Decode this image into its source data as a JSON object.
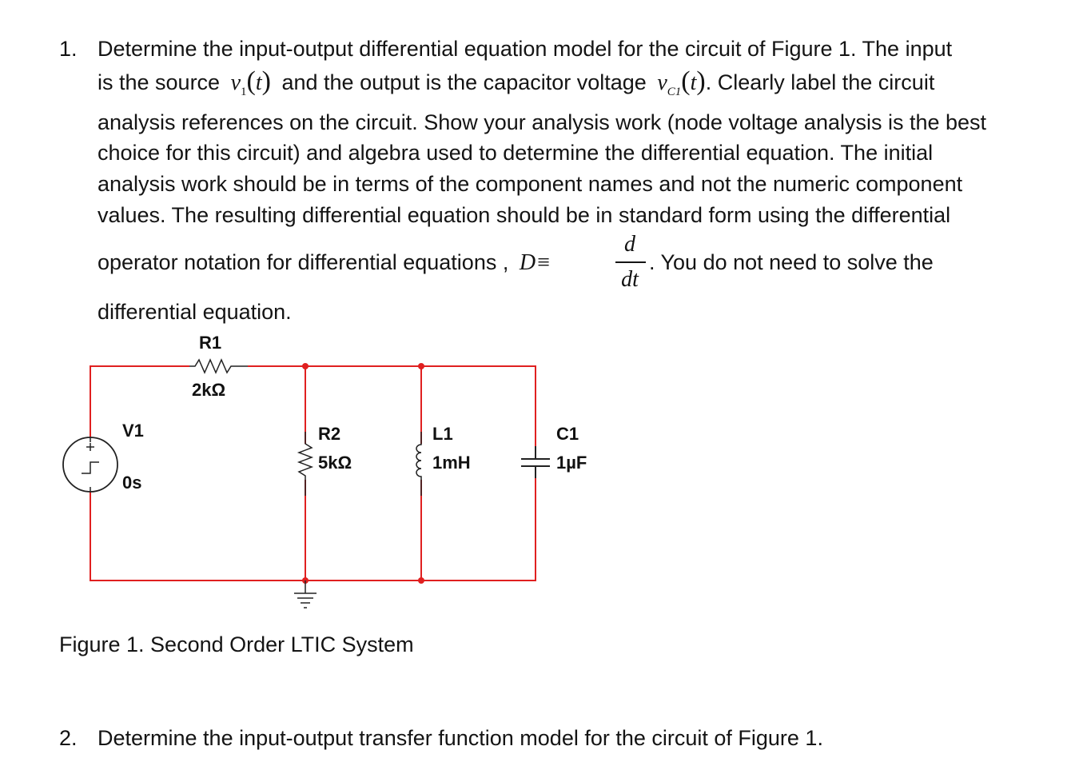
{
  "q1": {
    "number": "1.",
    "line1": "Determine the input-output differential equation model for the circuit of Figure 1. The input",
    "line2_a": "is the source",
    "v1_sym": "v",
    "v1_sub": "1",
    "t_sym": "t",
    "line2_b": "and the output is the  capacitor voltage",
    "vc1_sym": "v",
    "vc1_sub": "C1",
    "line2_c": ". Clearly label the circuit",
    "line3": "analysis references on the circuit. Show your analysis work (node voltage analysis is the best",
    "line4": "choice for this circuit) and algebra used to determine the differential equation. The initial",
    "line5": "analysis work should be in terms of the component names and not the numeric component",
    "line6": "values. The resulting differential equation should be in standard form using the differential",
    "line7_a": "operator notation for differential equations ,",
    "D_sym": "D",
    "equiv": "≡",
    "frac_num": "d",
    "frac_den": "dt",
    "line7_b": ". You do not need to solve the",
    "line8": "differential equation."
  },
  "circuit": {
    "r1_name": "R1",
    "r1_value": "2kΩ",
    "v1_name": "V1",
    "v1_value": "0s",
    "r2_name": "R2",
    "r2_value": "5kΩ",
    "l1_name": "L1",
    "l1_value": "1mH",
    "c1_name": "C1",
    "c1_value": "1µF",
    "wire_color": "#e02020",
    "node_color": "#e02020",
    "component_color": "#222222"
  },
  "figure_caption": "Figure 1. Second Order LTIC System",
  "q2": {
    "number": "2.",
    "text": "Determine the input-output transfer function model for the circuit of Figure 1."
  }
}
